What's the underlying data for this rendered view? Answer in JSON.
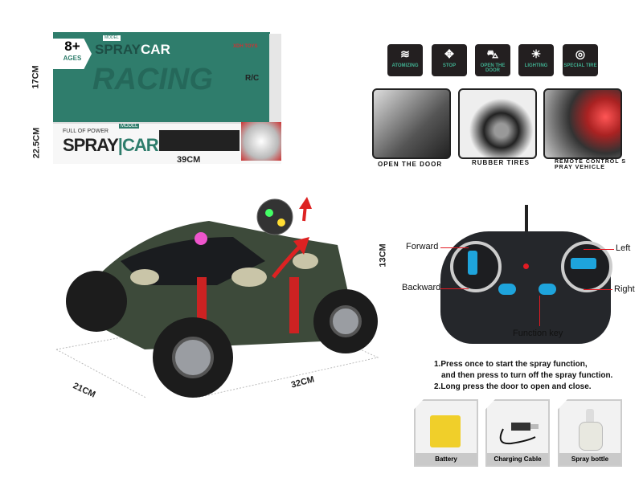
{
  "box": {
    "age_number": "8+",
    "age_label": "AGES",
    "top_title_a": "SPRAY",
    "top_title_b": "CAR",
    "model_badge": "MODEL",
    "watermark": "RACING",
    "slogan": "FULL OF POWER",
    "front_title_a": "SPRAY",
    "front_title_b": "CAR",
    "dims": {
      "height": "17CM",
      "depth": "22.5CM",
      "width": "39CM"
    },
    "brand": "XDH TOYS",
    "rc_logo": "R/C"
  },
  "features": [
    {
      "label": "ATOMIZING",
      "icon": "spray-icon"
    },
    {
      "label": "STOP",
      "icon": "arrows-icon"
    },
    {
      "label": "OPEN THE DOOR",
      "icon": "car-door-icon"
    },
    {
      "label": "LIGHTING",
      "icon": "bulb-icon"
    },
    {
      "label": "SPECIAL TIRE",
      "icon": "tire-icon"
    }
  ],
  "photos": [
    {
      "caption": "OPEN THE DOOR"
    },
    {
      "caption": "RUBBER TIRES"
    },
    {
      "caption": "REMOTE CONTROL S PRAY VEHICLE"
    }
  ],
  "car_dims": {
    "height": "13CM",
    "depth": "21CM",
    "length": "32CM"
  },
  "remote": {
    "forward": "Forward",
    "backward": "Backward",
    "left": "Left",
    "right": "Right",
    "function_key": "Function key"
  },
  "instructions": [
    "1.Press once to start the spray function,",
    "and then press to turn off the spray function.",
    "2.Long press the door to open and close."
  ],
  "accessories": [
    {
      "label": "Battery"
    },
    {
      "label": "Charging Cable"
    },
    {
      "label": "Spray bottle"
    }
  ],
  "colors": {
    "box_green": "#2f7d6c",
    "accent_red": "#e21b23",
    "remote_blue": "#1ea4dc"
  }
}
